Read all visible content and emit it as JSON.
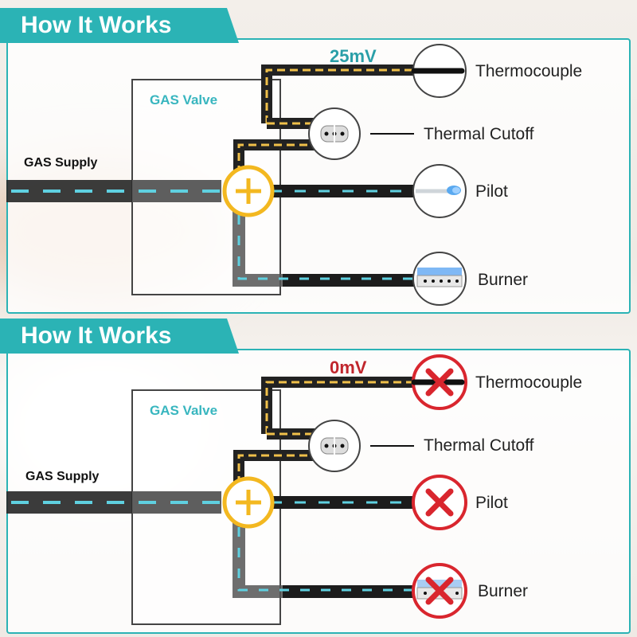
{
  "panels": [
    {
      "title": "How It Works",
      "voltage": "25mV",
      "voltage_color": "#2a9fa8",
      "gas_supply": "GAS Supply",
      "valve": "GAS Valve",
      "components": {
        "thermocouple": "Thermocouple",
        "thermal_cutoff": "Thermal Cutoff",
        "pilot": "Pilot",
        "burner": "Burner"
      },
      "state": "working"
    },
    {
      "title": "How It Works",
      "voltage": "0mV",
      "voltage_color": "#c0262d",
      "gas_supply": "GAS Supply",
      "valve": "GAS Valve",
      "components": {
        "thermocouple": "Thermocouple",
        "thermal_cutoff": "Thermal Cutoff",
        "pilot": "Pilot",
        "burner": "Burner"
      },
      "state": "failed"
    }
  ],
  "colors": {
    "accent": "#2bb3b5",
    "wire_yellow": "#f0c04a",
    "gas_dash": "#5fd0e0",
    "pipe_dark": "#1c1c1c",
    "fail_red": "#d9262e",
    "valve_yellow": "#f3b820"
  }
}
